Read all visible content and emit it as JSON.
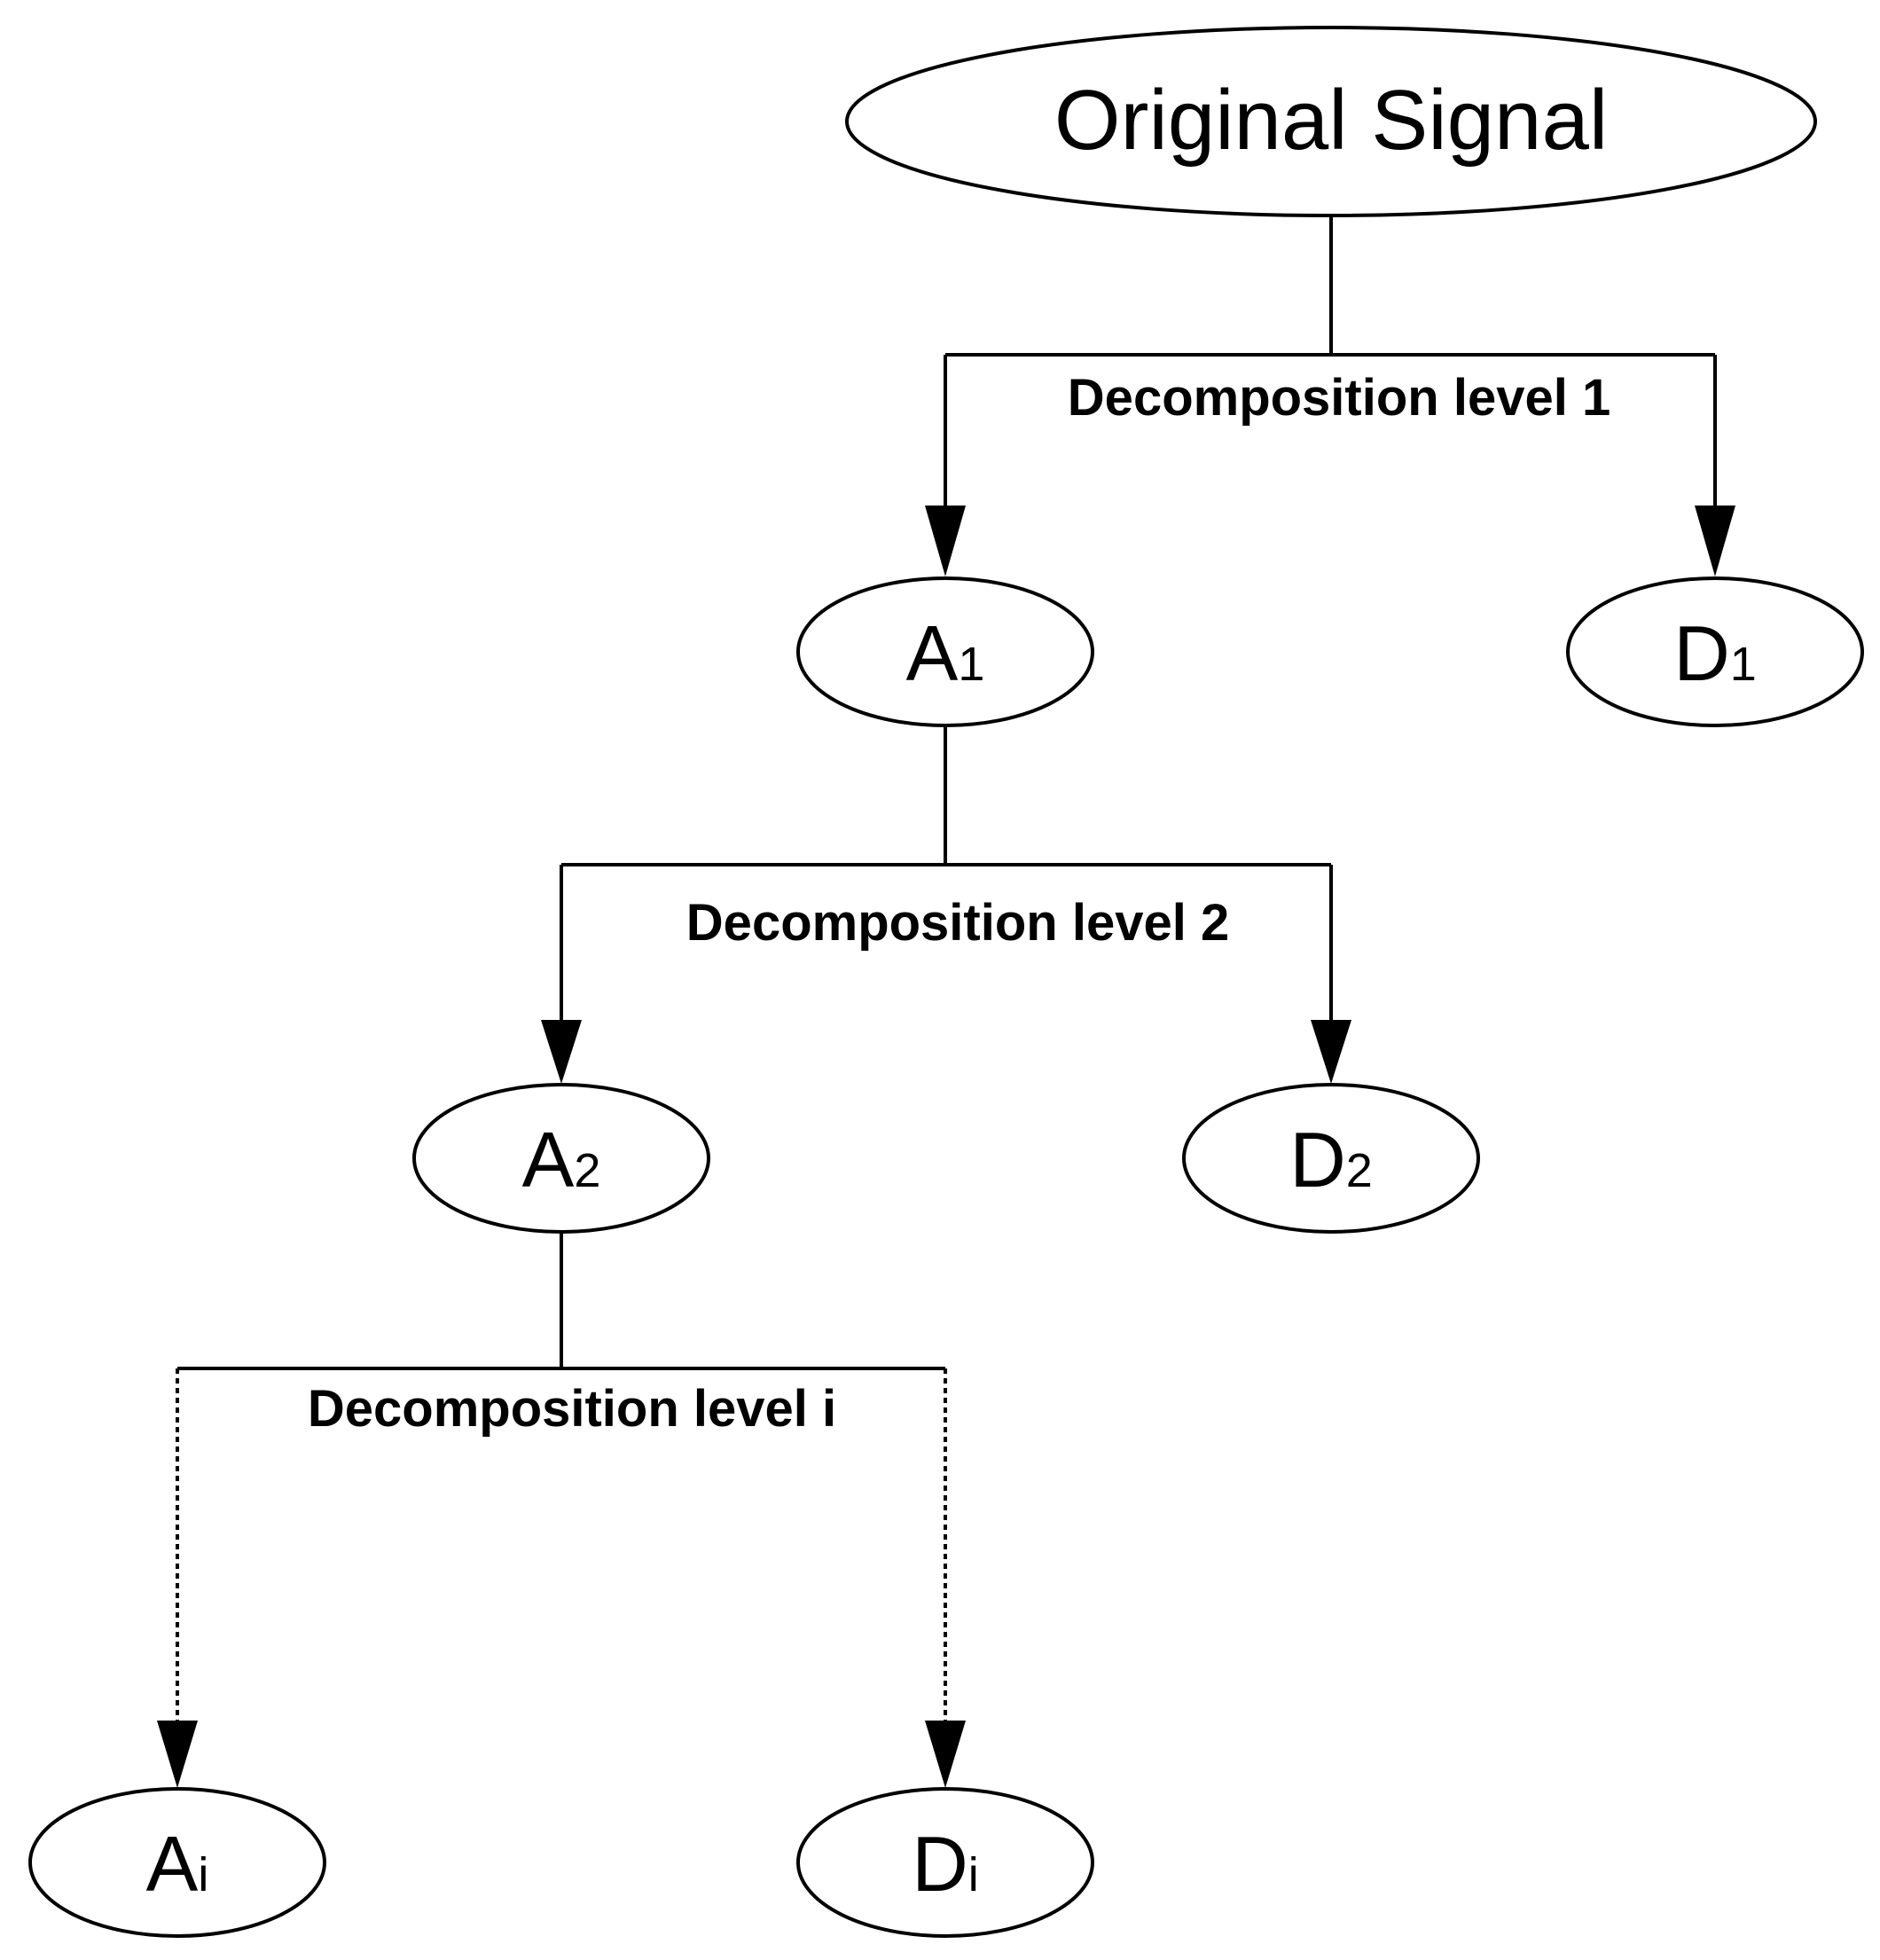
{
  "nodes": {
    "root": {
      "label": "Original Signal"
    },
    "a1": {
      "main": "A",
      "sub": "1"
    },
    "d1": {
      "main": "D",
      "sub": "1"
    },
    "a2": {
      "main": "A",
      "sub": "2"
    },
    "d2": {
      "main": "D",
      "sub": "2"
    },
    "ai": {
      "main": "A",
      "sub": "i"
    },
    "di": {
      "main": "D",
      "sub": "i"
    }
  },
  "levels": {
    "level1": "Decomposition level 1",
    "level2": "Decomposition level 2",
    "level_i": "Decomposition level i"
  },
  "edges": [
    {
      "from": "root",
      "to": "a1",
      "style": "solid"
    },
    {
      "from": "root",
      "to": "d1",
      "style": "solid"
    },
    {
      "from": "a1",
      "to": "a2",
      "style": "solid"
    },
    {
      "from": "a1",
      "to": "d2",
      "style": "solid"
    },
    {
      "from": "a2",
      "to": "ai",
      "style": "dotted"
    },
    {
      "from": "a2",
      "to": "di",
      "style": "dotted"
    }
  ]
}
